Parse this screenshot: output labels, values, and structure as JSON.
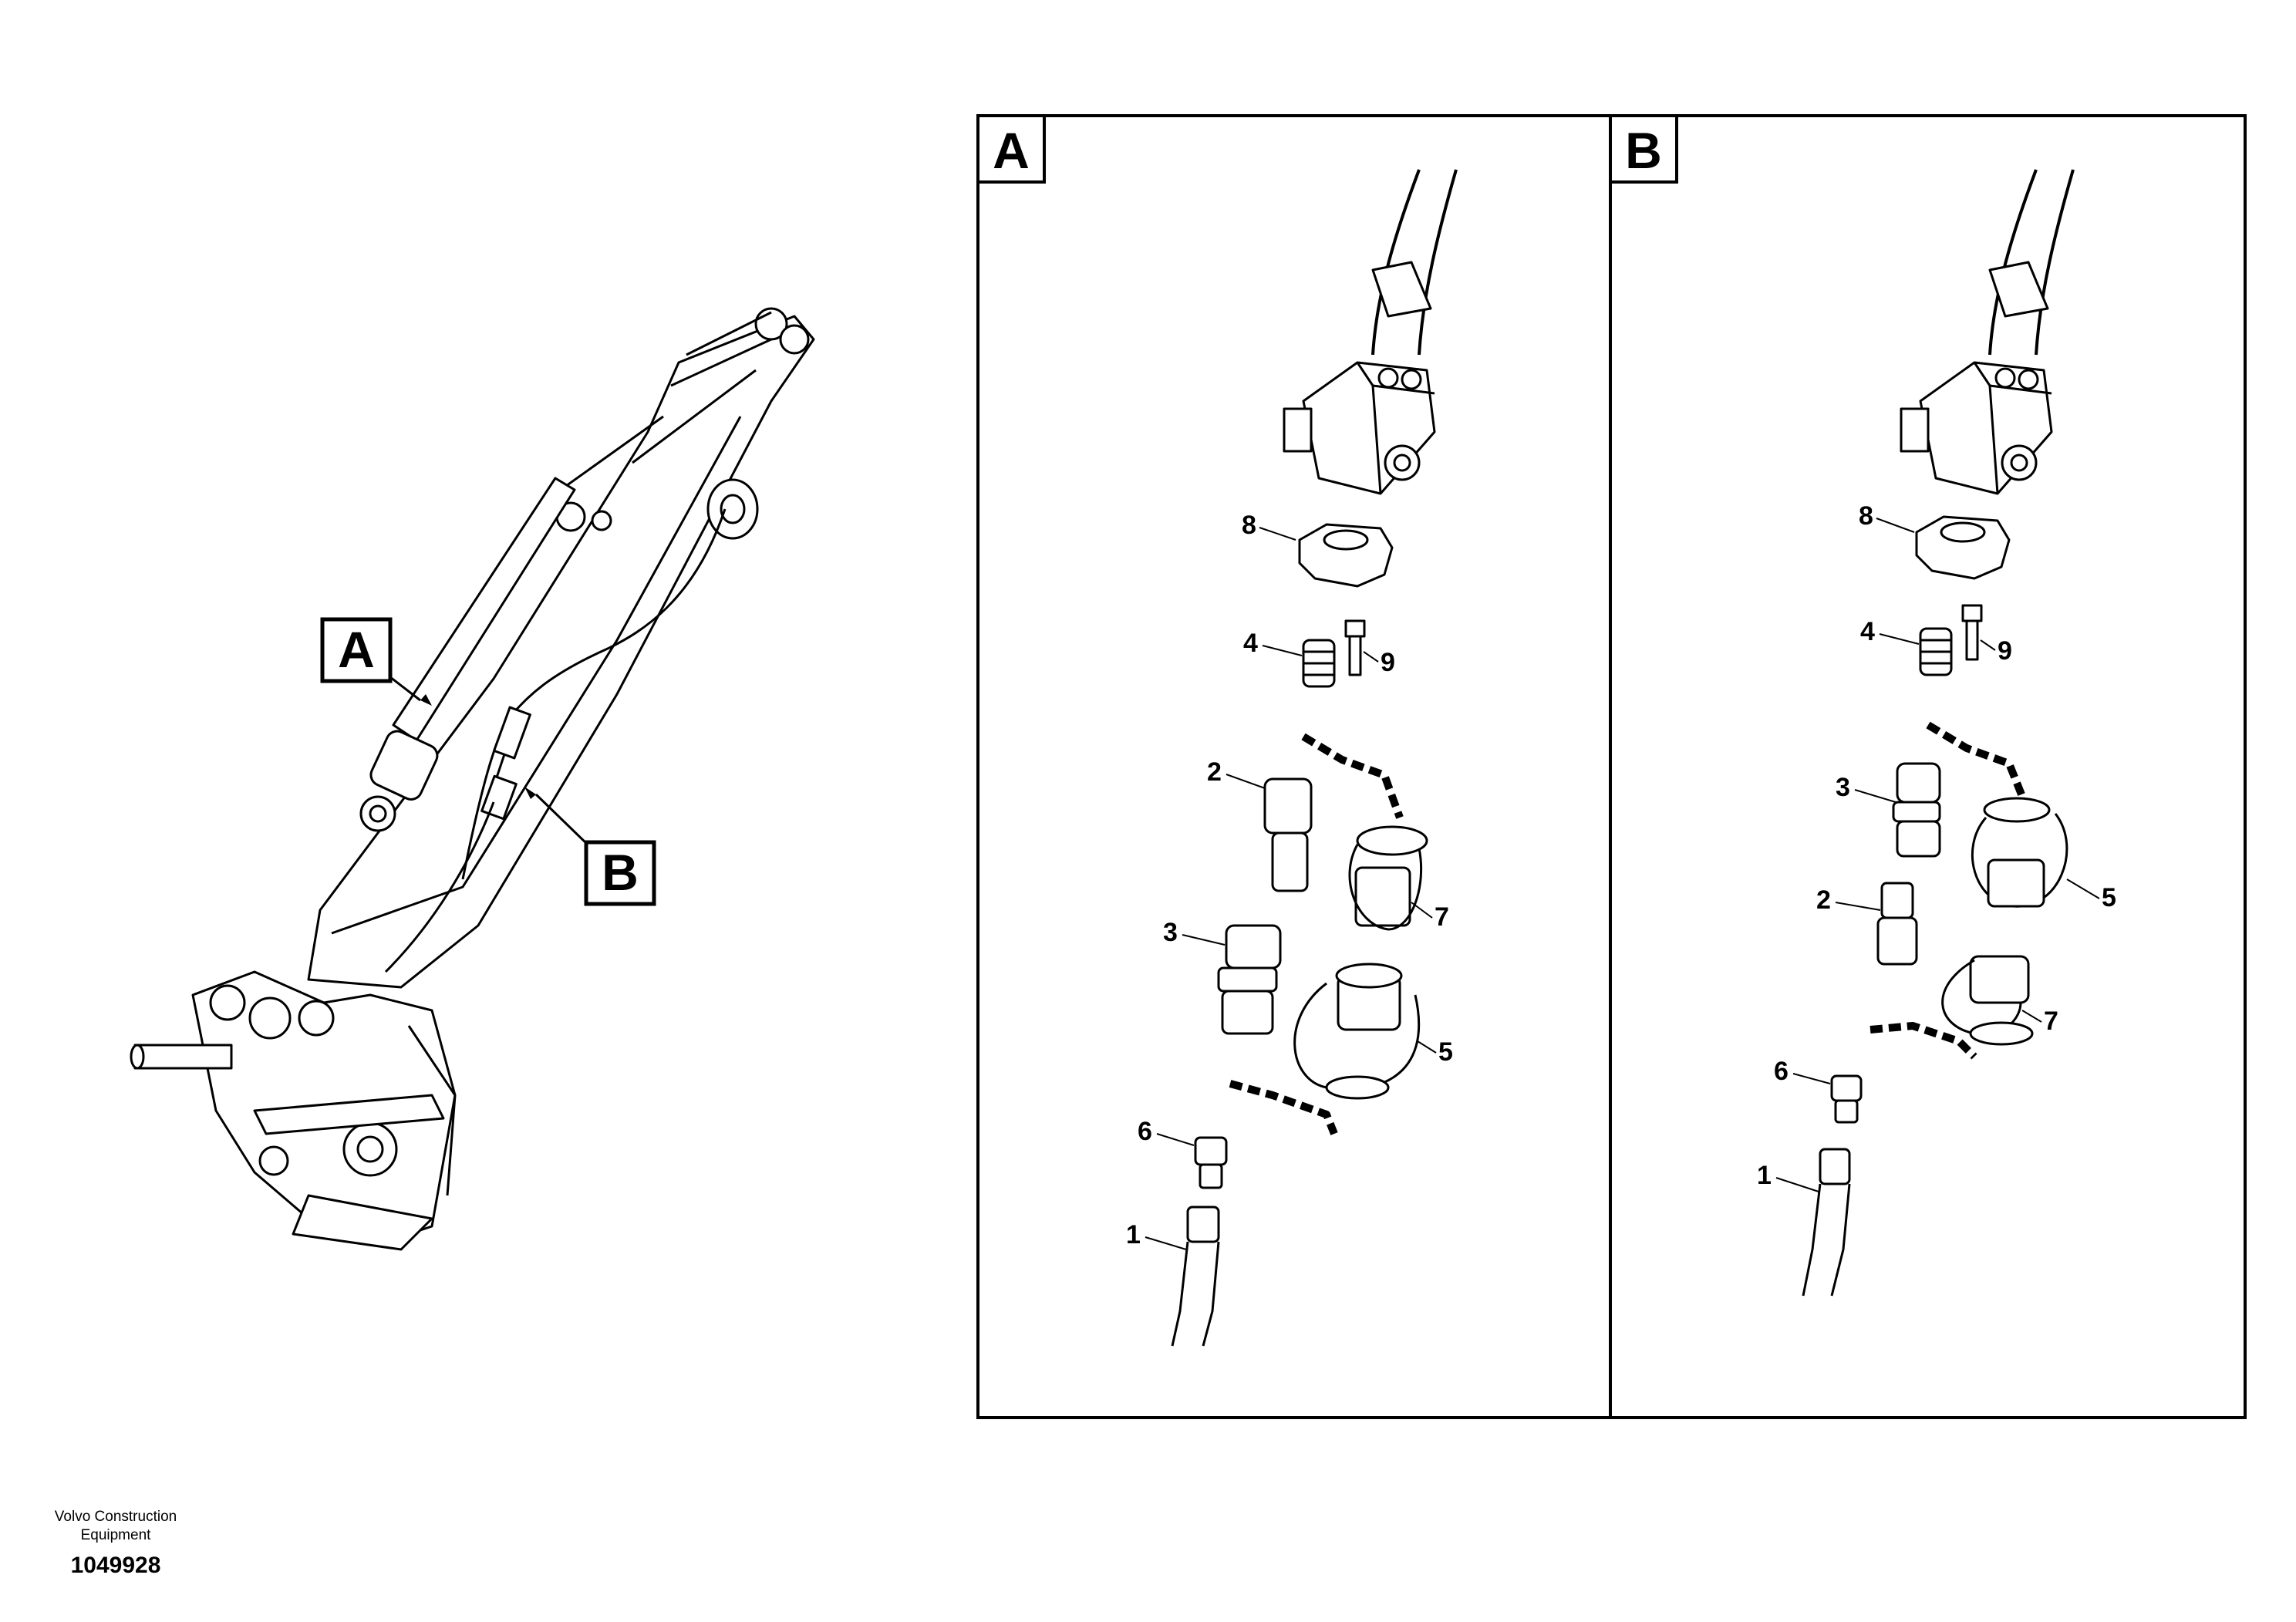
{
  "overview": {
    "label_a": "A",
    "label_b": "B"
  },
  "panels": [
    {
      "letter": "A",
      "callouts": [
        "8",
        "4",
        "9",
        "2",
        "7",
        "3",
        "5",
        "6",
        "1"
      ]
    },
    {
      "letter": "B",
      "callouts": [
        "8",
        "4",
        "9",
        "3",
        "5",
        "2",
        "7",
        "6",
        "1"
      ]
    }
  ],
  "footer": {
    "brand_line1": "Volvo Construction",
    "brand_line2": "Equipment",
    "doc_number": "1049928"
  }
}
